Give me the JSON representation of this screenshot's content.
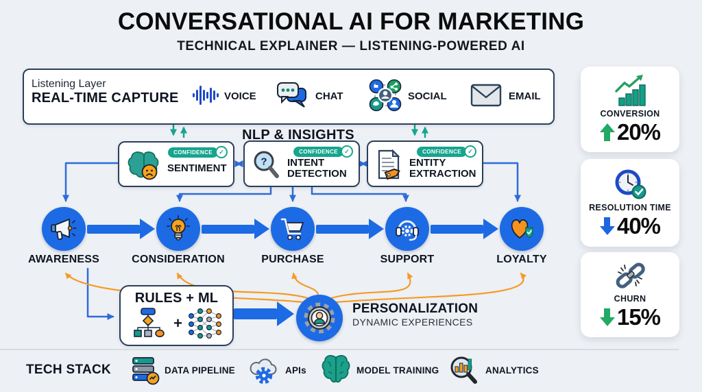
{
  "header": {
    "title": "CONVERSATIONAL AI FOR MARKETING",
    "subtitle": "TECHNICAL EXPLAINER — LISTENING-POWERED AI"
  },
  "listening": {
    "label": "Listening Layer",
    "sublabel": "REAL-TIME CAPTURE",
    "channels": [
      {
        "label": "VOICE",
        "icon": "voice-waveform-icon"
      },
      {
        "label": "CHAT",
        "icon": "chat-bubbles-icon"
      },
      {
        "label": "SOCIAL",
        "icon": "social-network-icon"
      },
      {
        "label": "EMAIL",
        "icon": "email-envelope-icon"
      }
    ]
  },
  "nlp": {
    "title": "NLP & INSIGHTS",
    "badge": "CONFIDENCE",
    "badge_check": "✓",
    "boxes": [
      {
        "label": "SENTIMENT",
        "icon": "brain-sentiment-icon"
      },
      {
        "label": "INTENT DETECTION",
        "icon": "magnifier-question-icon",
        "glyph": "?"
      },
      {
        "label": "ENTITY EXTRACTION",
        "icon": "document-tag-icon"
      }
    ]
  },
  "journey": {
    "stages": [
      {
        "label": "AWARENESS",
        "icon": "megaphone-icon"
      },
      {
        "label": "CONSIDERATION",
        "icon": "lightbulb-icon"
      },
      {
        "label": "PURCHASE",
        "icon": "cart-icon"
      },
      {
        "label": "SUPPORT",
        "icon": "headset-icon"
      },
      {
        "label": "LOYALTY",
        "icon": "heart-shield-icon"
      }
    ]
  },
  "rules_ml": {
    "label": "RULES + ML",
    "plus": "+"
  },
  "personalization": {
    "title": "PERSONALIZATION",
    "subtitle": "DYNAMIC EXPERIENCES"
  },
  "stats": [
    {
      "label": "CONVERSION",
      "value": "20%",
      "direction": "up",
      "color": "#23a963",
      "icon": "bar-chart-growth-icon"
    },
    {
      "label": "RESOLUTION TIME",
      "value": "40%",
      "direction": "down",
      "color": "#1d66e0",
      "icon": "clock-check-icon"
    },
    {
      "label": "CHURN",
      "value": "15%",
      "direction": "down",
      "color": "#23a963",
      "icon": "broken-chain-icon"
    }
  ],
  "tech": {
    "title": "TECH STACK",
    "items": [
      {
        "label": "DATA PIPELINE",
        "icon": "server-stack-icon"
      },
      {
        "label": "APIs",
        "icon": "cloud-gear-icon"
      },
      {
        "label": "MODEL TRAINING",
        "icon": "brain-icon"
      },
      {
        "label": "ANALYTICS",
        "icon": "magnifier-analytics-icon"
      }
    ]
  },
  "colors": {
    "background": "#edf0f4",
    "primary_blue": "#1d6ae5",
    "connector_blue": "#2e6bd9",
    "teal": "#16a58e",
    "orange": "#f59a23",
    "green": "#23a963",
    "navy_border": "#2b3f5c"
  }
}
